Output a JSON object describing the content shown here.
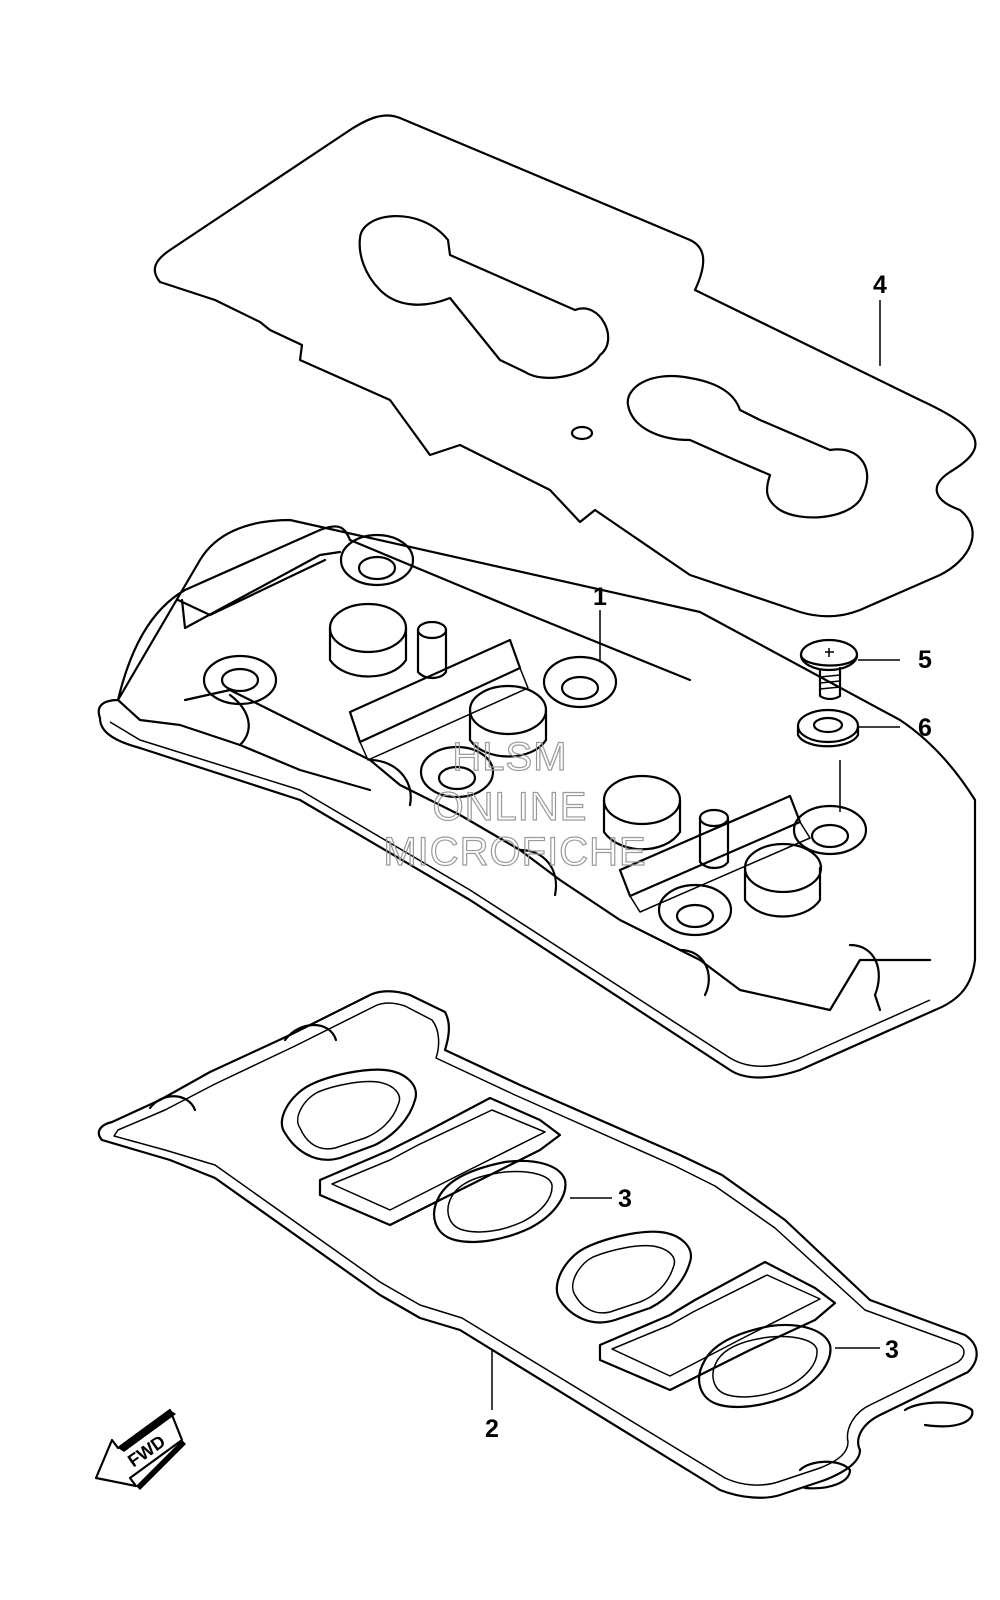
{
  "diagram": {
    "callouts": [
      {
        "id": "c1",
        "label": "1"
      },
      {
        "id": "c2",
        "label": "2"
      },
      {
        "id": "c3a",
        "label": "3"
      },
      {
        "id": "c3b",
        "label": "3"
      },
      {
        "id": "c4",
        "label": "4"
      },
      {
        "id": "c5",
        "label": "5"
      },
      {
        "id": "c6",
        "label": "6"
      }
    ],
    "fwd_label": "FWD",
    "watermark": {
      "line1": "HLSM",
      "line2": "ONLINE",
      "line3": "MICROFICHE"
    }
  }
}
